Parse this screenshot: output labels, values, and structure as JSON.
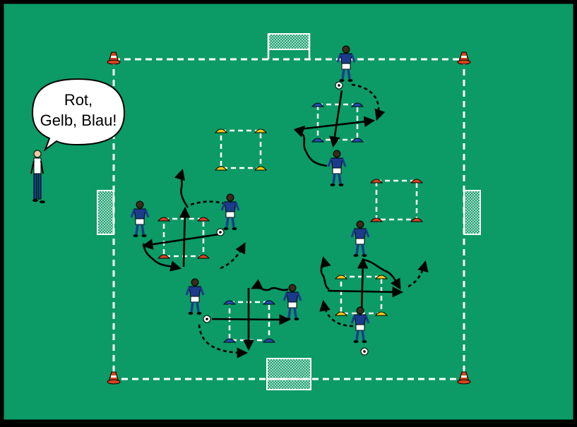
{
  "colors": {
    "pitch": "#0c9a66",
    "border": "#000000",
    "line": "#ffffff",
    "cone_red": "#d9411e",
    "cone_yellow": "#f2c813",
    "cone_blue": "#1f4fb5",
    "jersey": "#1c3b8c",
    "shorts": "#ffffff",
    "skin": "#f0c6a0",
    "arrow": "#000000"
  },
  "coach": {
    "speech_line1": "Rot,",
    "speech_line2": "Gelb, Blau!"
  },
  "squares": [
    {
      "id": "blue-top",
      "cone_color": "blue",
      "active": true
    },
    {
      "id": "yellow-top",
      "cone_color": "yellow",
      "active": false
    },
    {
      "id": "red-left",
      "cone_color": "red",
      "active": true
    },
    {
      "id": "red-right",
      "cone_color": "red",
      "active": false
    },
    {
      "id": "blue-bottom",
      "cone_color": "blue",
      "active": true
    },
    {
      "id": "yellow-bottom",
      "cone_color": "yellow",
      "active": true
    }
  ],
  "icons": {
    "goal": "goal-icon",
    "cone": "cone-icon",
    "ball": "ball-icon",
    "player": "player-icon",
    "coach": "coach-icon"
  }
}
